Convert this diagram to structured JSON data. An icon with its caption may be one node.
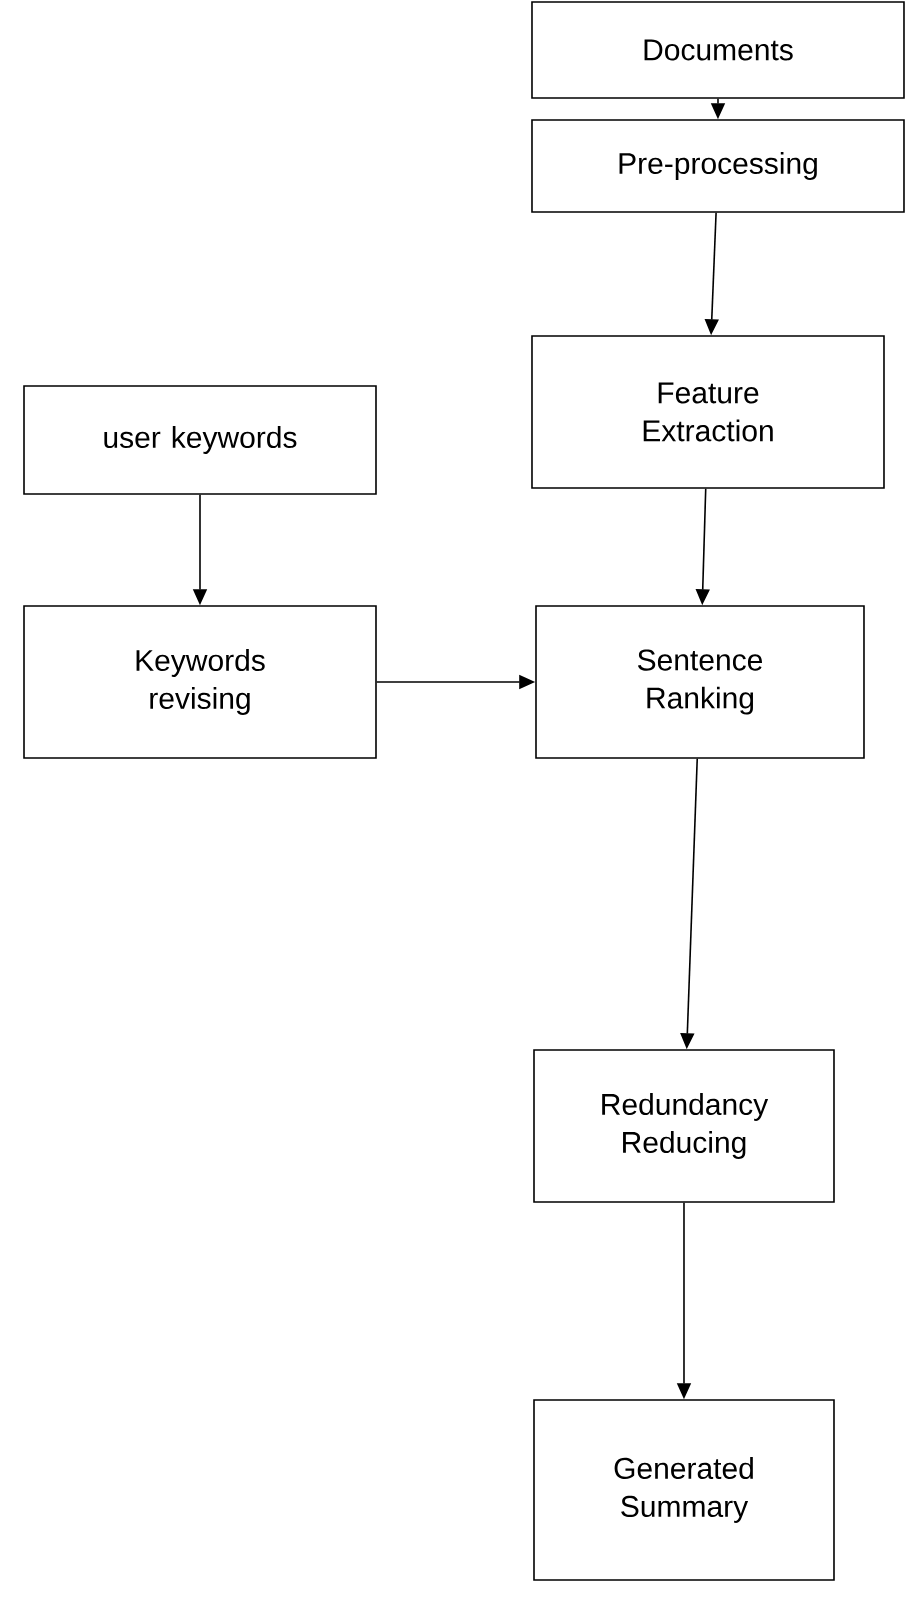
{
  "diagram": {
    "nodes": [
      {
        "text": [
          "Documents"
        ]
      },
      {
        "text": [
          "Pre-processing"
        ]
      },
      {
        "text": [
          "Feature Extraction"
        ]
      },
      {
        "text": [
          "user keywords"
        ]
      },
      {
        "text": [
          "Keywords revising"
        ]
      },
      {
        "text": [
          "Sentence Ranking"
        ]
      },
      {
        "text": [
          "Redundancy Reducing"
        ]
      },
      {
        "text": [
          "Generated Summary"
        ]
      }
    ],
    "edges": [
      {
        "from": 0,
        "to": 1,
        "arrow": "to"
      },
      {
        "from": 1,
        "to": 2,
        "arrow": "to"
      },
      {
        "from": 2,
        "to": 5,
        "arrow": "to"
      },
      {
        "from": 3,
        "to": 4,
        "arrow": "to"
      },
      {
        "from": 4,
        "to": 5,
        "arrow": "to"
      },
      {
        "from": 5,
        "to": 6,
        "arrow": "to"
      },
      {
        "from": 6,
        "to": 7,
        "arrow": "to"
      }
    ]
  }
}
